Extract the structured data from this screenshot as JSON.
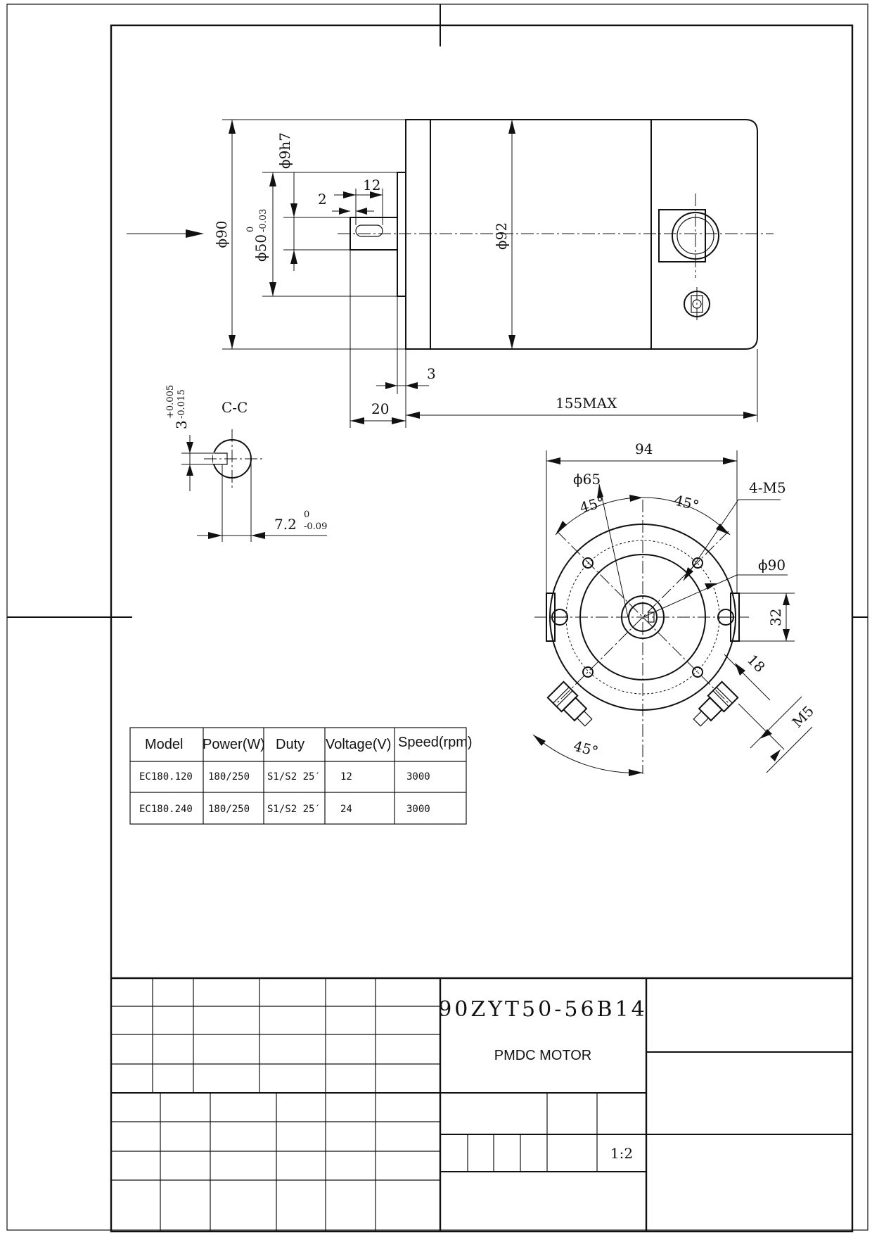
{
  "views": {
    "side": {
      "dia_90": "ϕ90",
      "dia_50": "ϕ50",
      "tol_50_upper": "0",
      "tol_50_lower": "-0.03",
      "dia_9h7": "ϕ9h7",
      "dim_12": "12",
      "dim_2": "2",
      "dia_92": "ϕ92",
      "dim_3": "3",
      "dim_20": "20",
      "dim_155": "155MAX"
    },
    "section": {
      "title": "C-C",
      "key_width": "3",
      "key_tol_upper": "+0.005",
      "key_tol_lower": "-0.015",
      "depth": "7.2",
      "depth_tol_upper": "0",
      "depth_tol_lower": "-0.09"
    },
    "front": {
      "dim_94": "94",
      "dia_65": "ϕ65",
      "angle_45_left": "45°",
      "angle_45_right": "45°",
      "holes": "4-M5",
      "dia_90": "ϕ90",
      "dim_32": "32",
      "dim_18": "18",
      "terminal": "M5",
      "angle_45_bottom": "45°"
    }
  },
  "spec_table": {
    "headers": [
      "Model",
      "Power(W)",
      "Duty",
      "Voltage(V)",
      "Speed(rpm)"
    ],
    "rows": [
      [
        "EC180.120",
        "180/250",
        "S1/S2 25′",
        "12",
        "3000"
      ],
      [
        "EC180.240",
        "180/250",
        "S1/S2 25′",
        "24",
        "3000"
      ]
    ]
  },
  "title_block": {
    "part_number": "90ZYT50-56B14",
    "description": "PMDC MOTOR",
    "scale": "1:2"
  }
}
